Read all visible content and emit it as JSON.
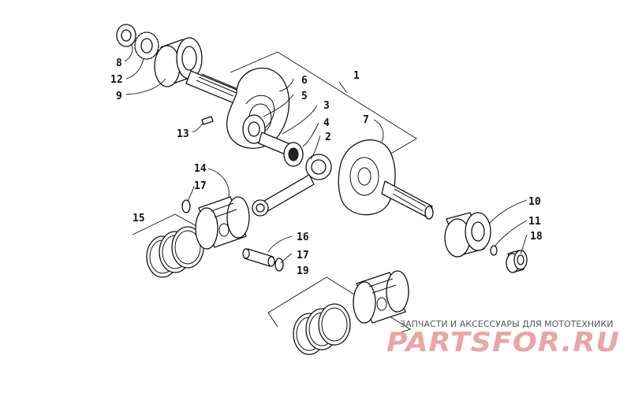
{
  "callouts": {
    "c1": "1",
    "c2": "2",
    "c3": "3",
    "c4": "4",
    "c5": "5",
    "c6": "6",
    "c7": "7",
    "c8": "8",
    "c9": "9",
    "c10": "10",
    "c11": "11",
    "c12": "12",
    "c13": "13",
    "c14": "14",
    "c15": "15",
    "c16": "16",
    "c17a": "17",
    "c17b": "17",
    "c18": "18",
    "c19": "19"
  },
  "watermark": {
    "banner": "ЗАПЧАСТИ И АКСЕССУАРЫ ДЛЯ МОТОТЕХНИКИ",
    "logo": "PARTSFOR.RU",
    "logo_color": "#e8a6a6"
  }
}
